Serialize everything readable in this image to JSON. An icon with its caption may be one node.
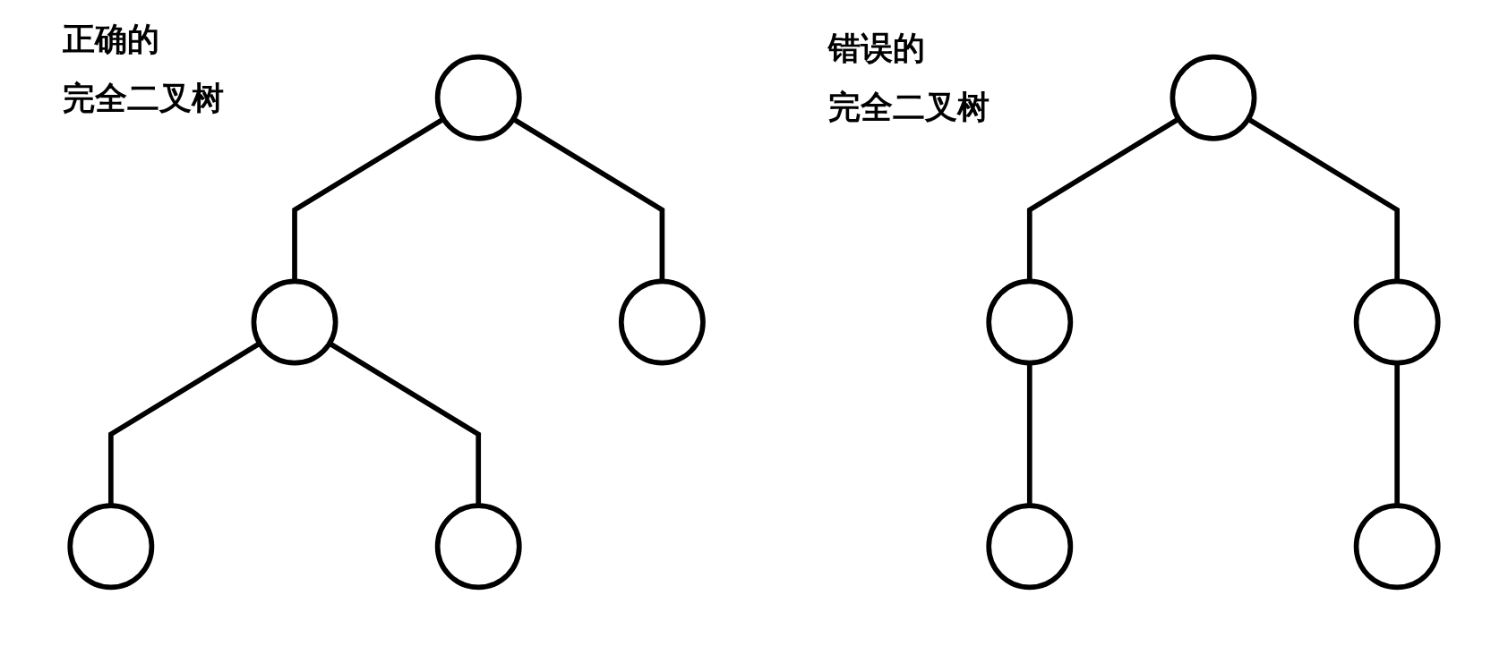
{
  "diagram": {
    "nodes": [
      {
        "text": [],
        "shape": "circle"
      },
      {
        "text": [],
        "shape": "circle"
      },
      {
        "text": [],
        "shape": "circle"
      },
      {
        "text": [],
        "shape": "circle"
      },
      {
        "text": [],
        "shape": "circle"
      },
      {
        "text": [],
        "shape": "circle"
      },
      {
        "text": [],
        "shape": "circle"
      },
      {
        "text": [],
        "shape": "circle"
      },
      {
        "text": [],
        "shape": "circle"
      },
      {
        "text": [],
        "shape": "circle"
      }
    ],
    "edges": [
      {
        "from": 0,
        "to": 1,
        "arrow": "none"
      },
      {
        "from": 0,
        "to": 2,
        "arrow": "none"
      },
      {
        "from": 1,
        "to": 3,
        "arrow": "none"
      },
      {
        "from": 1,
        "to": 4,
        "arrow": "none"
      },
      {
        "from": 5,
        "to": 6,
        "arrow": "none"
      },
      {
        "from": 5,
        "to": 7,
        "arrow": "none"
      },
      {
        "from": 6,
        "to": 8,
        "arrow": "none"
      },
      {
        "from": 7,
        "to": 9,
        "arrow": "none"
      }
    ],
    "labels": [
      "正确的",
      "完全二叉树",
      "错误的",
      "完全二叉树"
    ]
  }
}
